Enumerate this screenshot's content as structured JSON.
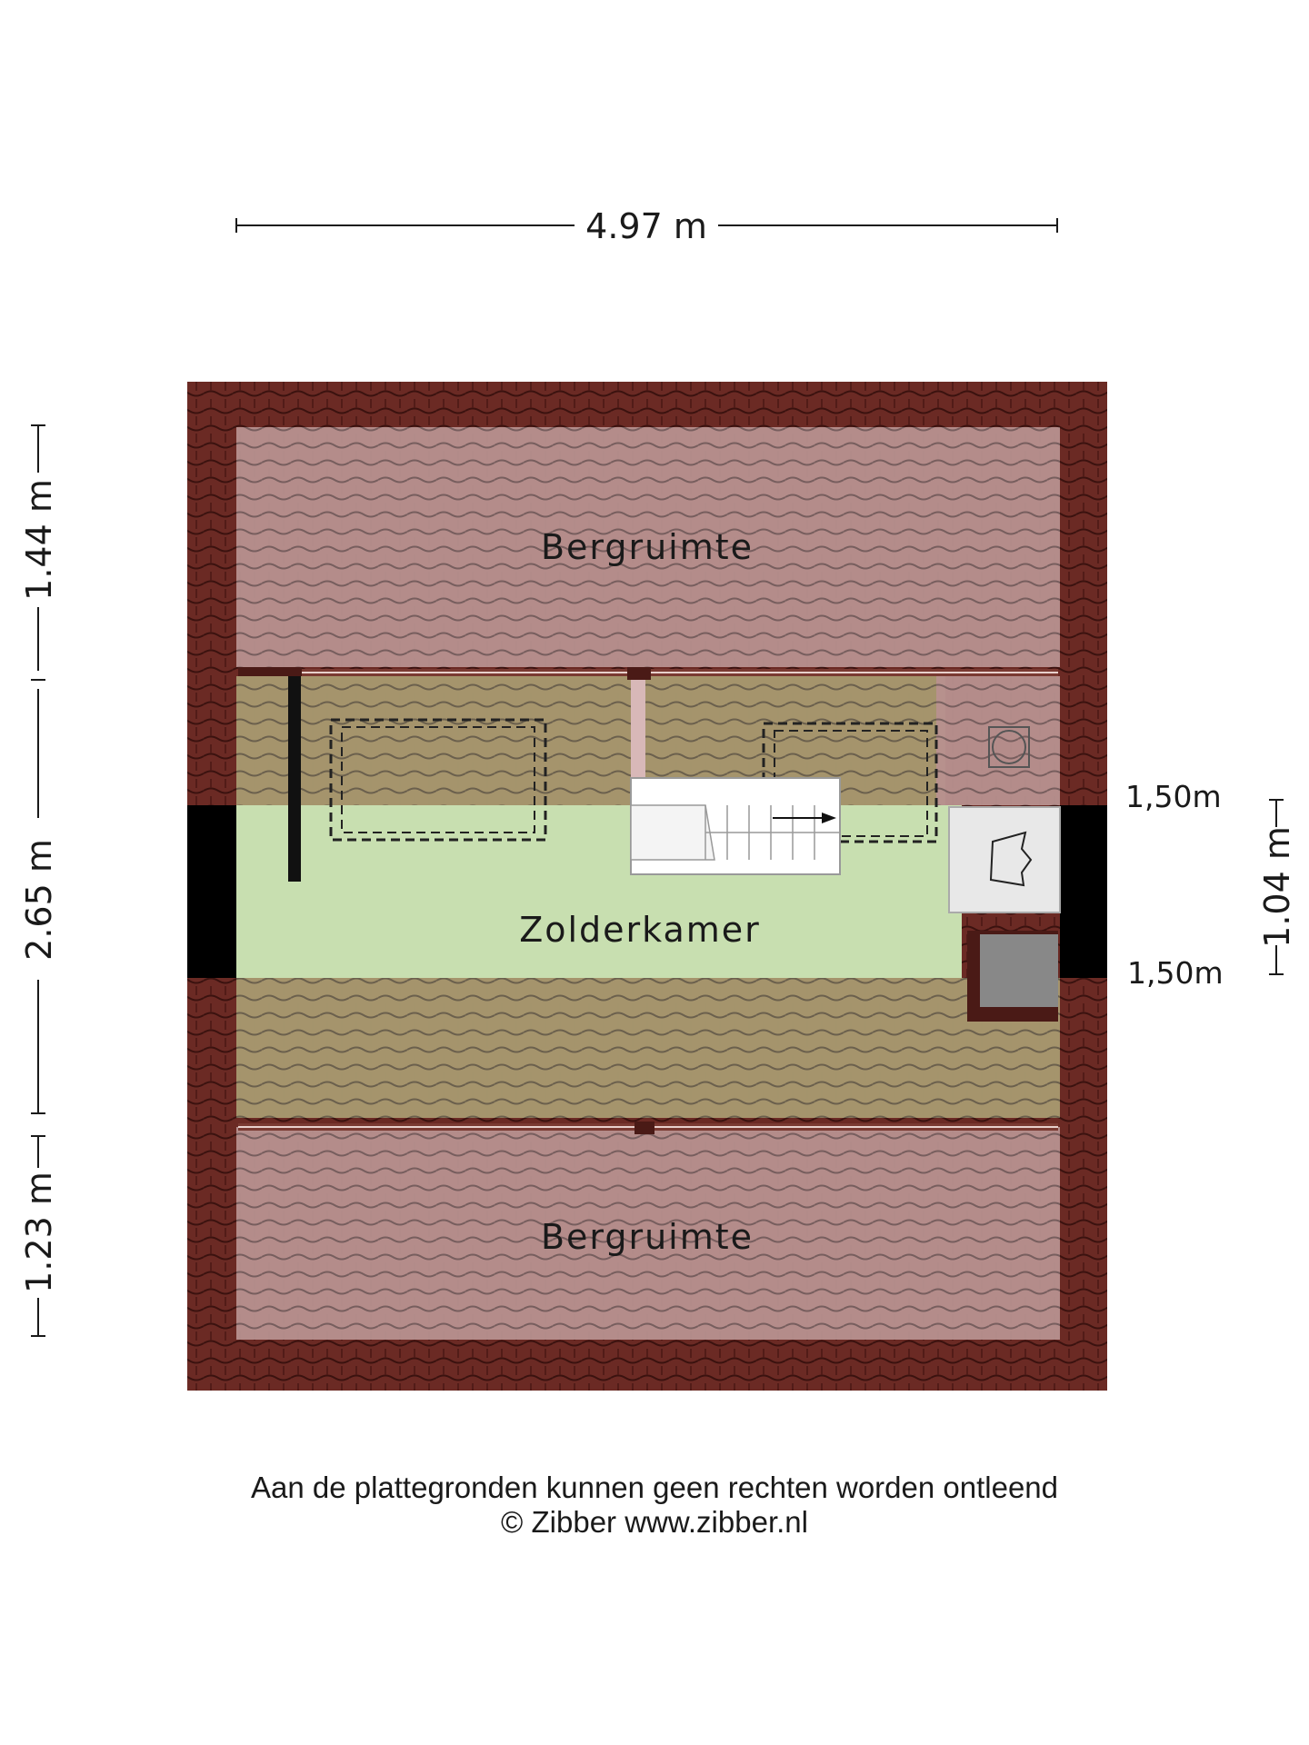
{
  "dimensions": {
    "top_width": "4.97 m",
    "left_top": "1.44 m",
    "left_middle": "2.65 m",
    "left_bottom": "1.23 m",
    "right_height": "1.04 m",
    "right_upper_label": "1,50m",
    "right_lower_label": "1,50m"
  },
  "rooms": {
    "top": "Bergruimte",
    "middle": "Zolderkamer",
    "bottom": "Bergruimte"
  },
  "footer": {
    "disclaimer": "Aan de plattegronden kunnen geen rechten worden ontleend",
    "copyright": "© Zibber www.zibber.nl"
  },
  "colors": {
    "roof": "#6b2a24",
    "storage_overlay": "#b79294",
    "room_green": "#c8dfb0",
    "wall": "#000000"
  }
}
